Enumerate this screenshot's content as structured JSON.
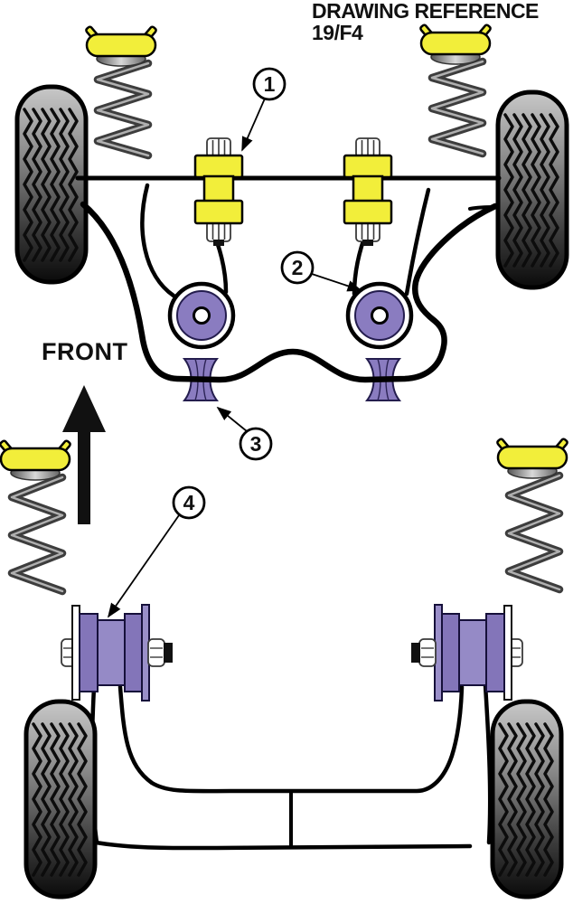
{
  "title": {
    "line1": "DRAWING REFERENCE",
    "line2": "19/F4"
  },
  "front_label": "FRONT",
  "callouts": [
    {
      "number": "1"
    },
    {
      "number": "2"
    },
    {
      "number": "3"
    },
    {
      "number": "4"
    }
  ],
  "colors": {
    "bush_yellow": "#f2ee3a",
    "bush_purple": "#8a7cc0",
    "bush_purple_dark": "#8375b9",
    "bush_purple_light": "#958ac6",
    "line_black": "#000000",
    "tire_dark": "#0a0a0a",
    "tire_light": "#c8c8c8"
  }
}
